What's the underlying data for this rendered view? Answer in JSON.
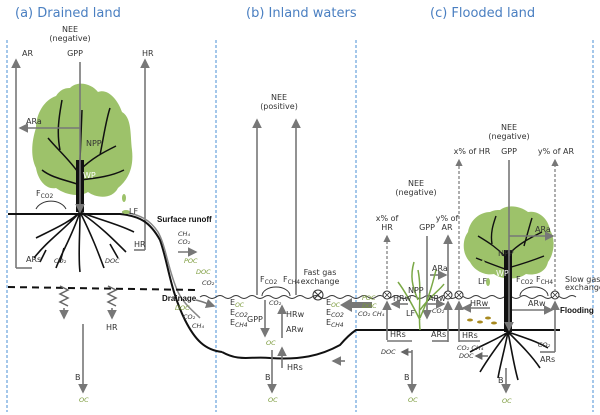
{
  "panels": {
    "a": {
      "title": "(a) Drained land"
    },
    "b": {
      "title": "(b) Inland waters"
    },
    "c": {
      "title": "(c) Flooded land"
    }
  },
  "labels": {
    "nee_neg": "NEE",
    "negative": "(negative)",
    "positive": "(positive)",
    "ar": "AR",
    "gpp": "GPP",
    "hr": "HR",
    "ara": "ARa",
    "ars": "ARs",
    "npp": "NPP",
    "wp": "WP",
    "lf": "LF",
    "b": "B",
    "oc": "OC",
    "co2": "CO₂",
    "ch4": "CH₄",
    "doc": "DOC",
    "poc": "POC",
    "fco2": "F",
    "fco2_sub": "CO2",
    "fch4_sub": "CH4",
    "e": "E",
    "e_oc": "OC",
    "e_co2": "CO2",
    "e_ch4": "CH4",
    "hrw": "HRw",
    "arw": "ARw",
    "hrs": "HRs",
    "co2_ch4": "CO₂ CH₄",
    "surface_runoff": "Surface runoff",
    "drainage": "Drainage",
    "fast_gas_1": "Fast gas",
    "fast_gas_2": "exchange",
    "slow_gas_1": "Slow gas",
    "slow_gas_2": "exchange",
    "flooding": "Flooding",
    "x_hr_1": "x% of",
    "x_hr_2": "HR",
    "y_ar_1": "y% of",
    "y_ar_2": "AR",
    "x_hr_full": "x% of HR",
    "y_ar_full": "y% of AR"
  },
  "colors": {
    "title": "#4a7fc1",
    "tree": "#9dc26a",
    "arrow": "#777777",
    "separator": "#4a8fd6",
    "organic": "#7a9a3a"
  }
}
